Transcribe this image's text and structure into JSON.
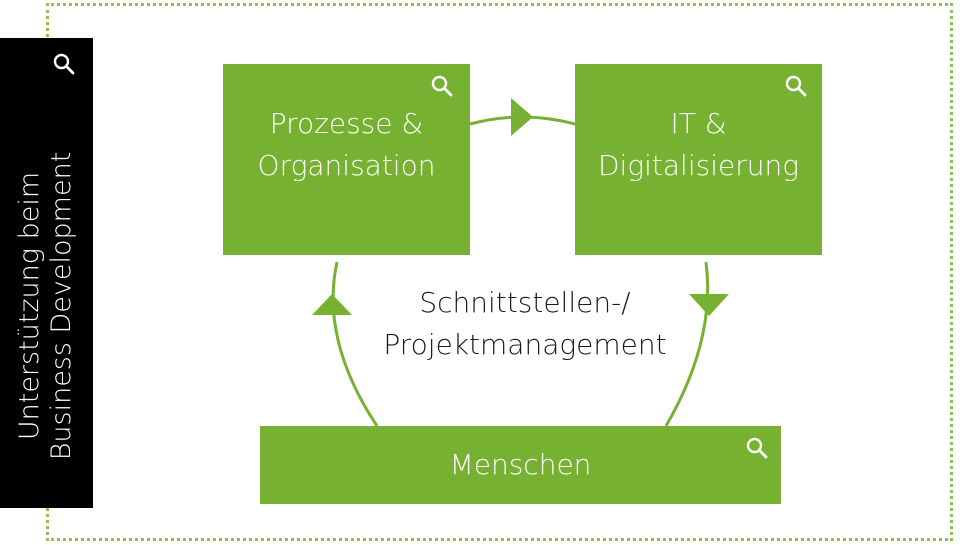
{
  "sidebar": {
    "line1": "Unterstützung beim",
    "line2": "Business Development",
    "zoom_icon": "magnifier-icon"
  },
  "boxes": {
    "prozesse": {
      "line1": "Prozesse &",
      "line2": "Organisation"
    },
    "it": {
      "line1": "IT &",
      "line2": "Digitalisierung"
    },
    "menschen": {
      "label": "Menschen"
    }
  },
  "center": {
    "line1": "Schnittstellen-/",
    "line2": "Projektmanagement"
  },
  "colors": {
    "box": "#77b132",
    "arrow": "#77b132",
    "frame": "#8cc34a",
    "sidebar": "#000000"
  }
}
